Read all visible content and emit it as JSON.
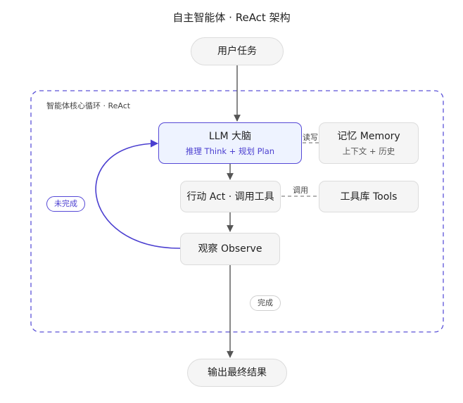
{
  "title": "自主智能体 · ReAct 架构",
  "loop_label": "智能体核心循环 · ReAct",
  "nodes": {
    "user_task": "用户任务",
    "llm": {
      "title": "LLM 大脑",
      "subtitle": "推理 Think + 规划 Plan"
    },
    "memory": {
      "title": "记忆 Memory",
      "subtitle": "上下文 + 历史"
    },
    "action": "行动 Act · 调用工具",
    "tools": "工具库 Tools",
    "observe": "观察 Observe",
    "output": "输出最终结果"
  },
  "edges": {
    "read_write": "读写",
    "invoke": "调用",
    "incomplete": "未完成",
    "complete": "完成"
  },
  "colors": {
    "accent": "#5548d6",
    "loop_border": "#5a52d8",
    "node_fill": "#f5f5f5",
    "llm_fill": "#eef3ff",
    "arrow": "#555555"
  }
}
